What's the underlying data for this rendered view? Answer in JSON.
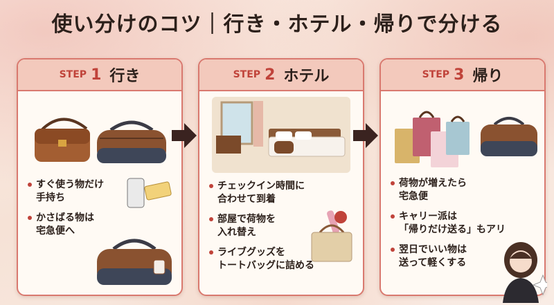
{
  "title": "使い分けのコツ｜行き・ホテル・帰りで分ける",
  "steps": [
    {
      "tag": "STEP",
      "num": "1",
      "title": "行き",
      "bullets": [
        "すぐ使う物だけ\n手持ち",
        "かさばる物は\n宅急便へ"
      ]
    },
    {
      "tag": "STEP",
      "num": "2",
      "title": "ホテル",
      "bullets": [
        "チェックイン時間に\n合わせて到着",
        "部屋で荷物を\n入れ替え",
        "ライブグッズを\nトートバッグに詰める"
      ]
    },
    {
      "tag": "STEP",
      "num": "3",
      "title": "帰り",
      "bullets": [
        "荷物が増えたら\n宅急便",
        "キャリー派は\n「帰りだけ送る」もアリ",
        "翌日でいい物は\n送って軽くする"
      ]
    }
  ],
  "colors": {
    "accent": "#c0433a",
    "header_bg": "#f3c9bc",
    "border": "#d9796f",
    "arrow": "#3a2320"
  },
  "icons": [
    "shoulder-bag-icon",
    "duffel-bag-icon",
    "phone-ticket-icon",
    "hotel-room-icon",
    "tote-bag-icon",
    "shopping-bags-icon",
    "person-avatar-icon",
    "arrow-right-icon"
  ]
}
